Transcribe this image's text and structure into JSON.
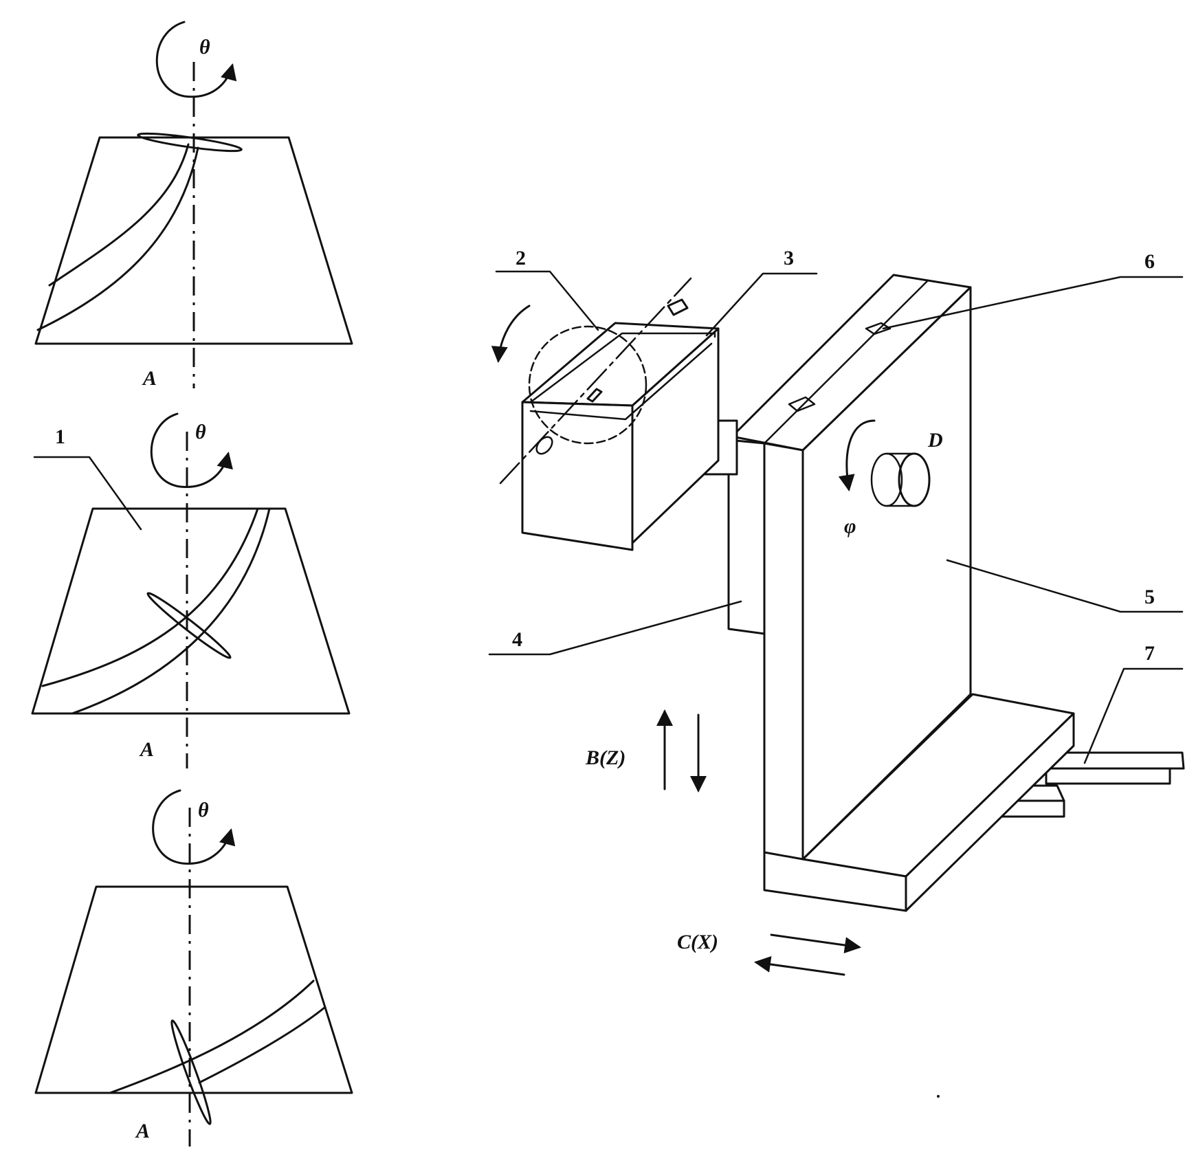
{
  "figure": {
    "panels": [
      {
        "id": "top",
        "theta": "θ",
        "point": "A"
      },
      {
        "id": "middle",
        "theta": "θ",
        "point": "A",
        "part_label": "1"
      },
      {
        "id": "bottom",
        "theta": "θ",
        "point": "A"
      }
    ],
    "apparatus": {
      "part_labels": [
        "2",
        "3",
        "4",
        "5",
        "6",
        "7"
      ],
      "disk_label": "D",
      "phi_label": "φ",
      "bz_label": "B(Z)",
      "cx_label": "C(X)"
    }
  }
}
